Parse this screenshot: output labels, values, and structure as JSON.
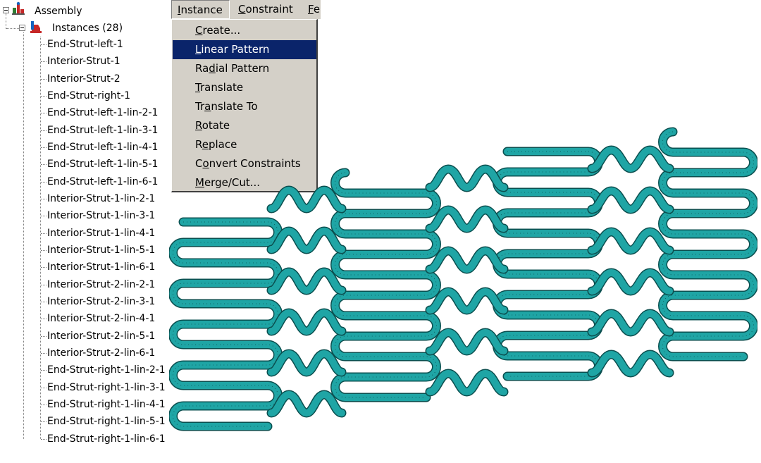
{
  "tree": {
    "root_label": "Assembly",
    "instances_label": "Instances (28)",
    "instances": [
      "End-Strut-left-1",
      "Interior-Strut-1",
      "Interior-Strut-2",
      "End-Strut-right-1",
      "End-Strut-left-1-lin-2-1",
      "End-Strut-left-1-lin-3-1",
      "End-Strut-left-1-lin-4-1",
      "End-Strut-left-1-lin-5-1",
      "End-Strut-left-1-lin-6-1",
      "Interior-Strut-1-lin-2-1",
      "Interior-Strut-1-lin-3-1",
      "Interior-Strut-1-lin-4-1",
      "Interior-Strut-1-lin-5-1",
      "Interior-Strut-1-lin-6-1",
      "Interior-Strut-2-lin-2-1",
      "Interior-Strut-2-lin-3-1",
      "Interior-Strut-2-lin-4-1",
      "Interior-Strut-2-lin-5-1",
      "Interior-Strut-2-lin-6-1",
      "End-Strut-right-1-lin-2-1",
      "End-Strut-right-1-lin-3-1",
      "End-Strut-right-1-lin-4-1",
      "End-Strut-right-1-lin-5-1",
      "End-Strut-right-1-lin-6-1"
    ],
    "icons": {
      "assembly": "assembly-icon",
      "instances": "instances-icon"
    }
  },
  "menubar": {
    "instance_pre": "",
    "instance_key": "I",
    "instance_post": "nstance",
    "constraint_pre": "",
    "constraint_key": "C",
    "constraint_post": "onstraint",
    "feature_pre": "",
    "feature_key": "F",
    "feature_post": "e"
  },
  "menu": {
    "items": [
      {
        "pre": "",
        "key": "C",
        "post": "reate..."
      },
      {
        "pre": "",
        "key": "L",
        "post": "inear Pattern"
      },
      {
        "pre": "Ra",
        "key": "d",
        "post": "ial Pattern"
      },
      {
        "pre": "",
        "key": "T",
        "post": "ranslate"
      },
      {
        "pre": "Tr",
        "key": "a",
        "post": "nslate To"
      },
      {
        "pre": "",
        "key": "R",
        "post": "otate"
      },
      {
        "pre": "R",
        "key": "e",
        "post": "place"
      },
      {
        "pre": "C",
        "key": "o",
        "post": "nvert Constraints"
      },
      {
        "pre": "",
        "key": "M",
        "post": "erge/Cut..."
      }
    ],
    "highlighted_index": 1
  },
  "colors": {
    "menu_bg": "#d4d0c8",
    "menu_highlight": "#0a246a",
    "mesh_fill": "#1fa5a5",
    "mesh_line": "#0b4f4f"
  }
}
